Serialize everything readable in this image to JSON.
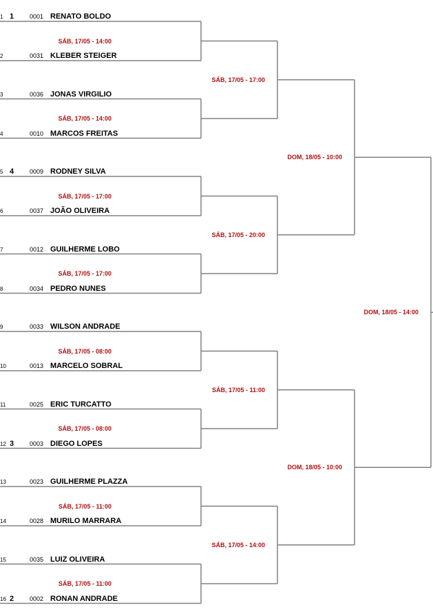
{
  "players": [
    {
      "seq": "1",
      "seed": "1",
      "code": "0001",
      "name": "RENATO BOLDO"
    },
    {
      "seq": "2",
      "seed": "",
      "code": "0031",
      "name": "KLEBER STEIGER"
    },
    {
      "seq": "3",
      "seed": "",
      "code": "0036",
      "name": "JONAS VIRGILIO"
    },
    {
      "seq": "4",
      "seed": "",
      "code": "0010",
      "name": "MARCOS FREITAS"
    },
    {
      "seq": "5",
      "seed": "4",
      "code": "0009",
      "name": "RODNEY SILVA"
    },
    {
      "seq": "6",
      "seed": "",
      "code": "0037",
      "name": "JOÃO OLIVEIRA"
    },
    {
      "seq": "7",
      "seed": "",
      "code": "0012",
      "name": "GUILHERME LOBO"
    },
    {
      "seq": "8",
      "seed": "",
      "code": "0034",
      "name": "PEDRO NUNES"
    },
    {
      "seq": "9",
      "seed": "",
      "code": "0033",
      "name": "WILSON ANDRADE"
    },
    {
      "seq": "10",
      "seed": "",
      "code": "0013",
      "name": "MARCELO SOBRAL"
    },
    {
      "seq": "11",
      "seed": "",
      "code": "0025",
      "name": "ERIC TURCATTO"
    },
    {
      "seq": "12",
      "seed": "3",
      "code": "0003",
      "name": "DIEGO LOPES"
    },
    {
      "seq": "13",
      "seed": "",
      "code": "0023",
      "name": "GUILHERME PLAZZA"
    },
    {
      "seq": "14",
      "seed": "",
      "code": "0028",
      "name": "MURILO MARRARA"
    },
    {
      "seq": "15",
      "seed": "",
      "code": "0035",
      "name": "LUIZ OLIVEIRA"
    },
    {
      "seq": "16",
      "seed": "2",
      "code": "0002",
      "name": "RONAN ANDRADE"
    }
  ],
  "round1": [
    "SÁB, 17/05 - 14:00",
    "SÁB, 17/05 - 14:00",
    "SÁB, 17/05 - 17:00",
    "SÁB, 17/05 - 17:00",
    "SÁB, 17/05 - 08:00",
    "SÁB, 17/05 - 08:00",
    "SÁB, 17/05 - 11:00",
    "SÁB, 17/05 - 11:00"
  ],
  "round2": [
    "SÁB, 17/05 - 17:00",
    "SÁB, 17/05 - 20:00",
    "SÁB, 17/05 - 11:00",
    "SÁB, 17/05 - 14:00"
  ],
  "round3": [
    "DOM, 18/05 - 10:00",
    "DOM, 18/05 - 10:00"
  ],
  "round4": [
    "DOM, 18/05 - 14:00"
  ],
  "colors": {
    "line": "#808080",
    "schedule": "#b01010",
    "text": "#000000"
  }
}
